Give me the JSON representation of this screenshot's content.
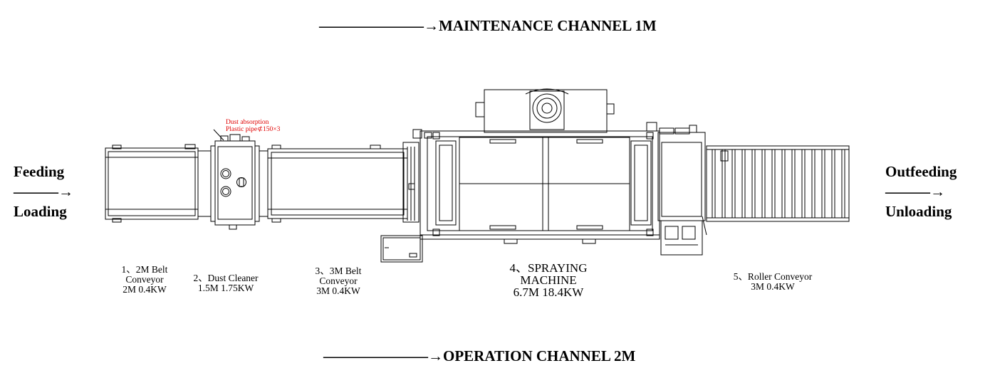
{
  "channels": {
    "maintenance": "———————→MAINTENANCE CHANNEL 1M",
    "operation": "———————→OPERATION CHANNEL 2M"
  },
  "left_side": {
    "top": "Feeding",
    "arrow": "———→",
    "bottom": "Loading"
  },
  "right_side": {
    "top": "Outfeeding",
    "arrow": "———→",
    "bottom": "Unloading"
  },
  "annotation": "Dust absorption\nPlastic pipe⊄150×3",
  "stations": [
    {
      "label": "1、2M Belt\nConveyor\n2M  0.4KW"
    },
    {
      "label": "2、Dust Cleaner\n1.5M  1.75KW"
    },
    {
      "label": "3、3M Belt\nConveyor\n3M  0.4KW"
    },
    {
      "label": "4、SPRAYING\nMACHINE\n6.7M  18.4KW"
    },
    {
      "label": "5、Roller Conveyor\n3M  0.4KW"
    }
  ]
}
